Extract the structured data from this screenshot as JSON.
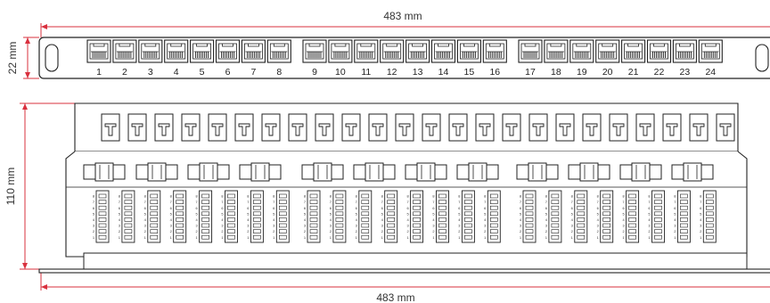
{
  "dimensions": {
    "width_top": "483 mm",
    "width_bottom": "483 mm",
    "height_front": "22 mm",
    "depth_side": "110 mm"
  },
  "ports": {
    "numbers": [
      "1",
      "2",
      "3",
      "4",
      "5",
      "6",
      "7",
      "8",
      "9",
      "10",
      "11",
      "12",
      "13",
      "14",
      "15",
      "16",
      "17",
      "18",
      "19",
      "20",
      "21",
      "22",
      "23",
      "24"
    ],
    "group_size": 8
  },
  "terminal_blocks": {
    "pin_labels": [
      "8",
      "7",
      "6",
      "5",
      "4",
      "3",
      "2",
      "1"
    ],
    "group_size": 8
  },
  "colors": {
    "dimension_line": "#d9303e",
    "outline": "#222222"
  }
}
